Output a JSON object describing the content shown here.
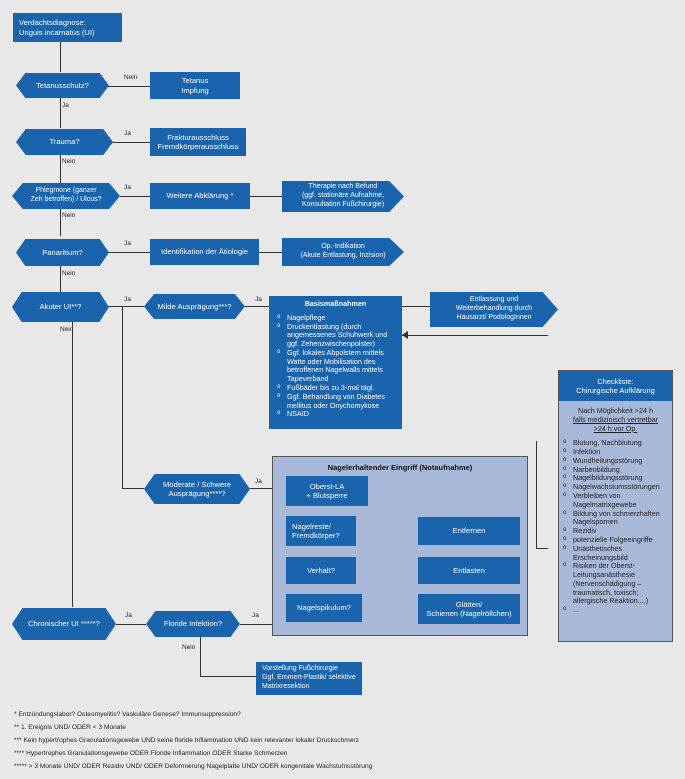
{
  "nodes": {
    "diagnose": "Verdachtsdiagnose:\nUnguis incarnatus (UI)",
    "tetanusschutz": "Tetanusschutz?",
    "tetanus_impfung": "Tetanus\nImpfung",
    "trauma": "Trauma?",
    "fraktur": "Frakturausschluss\nFremdkörperausschluss",
    "phlegmone": "Phlegmone (ganzer\nZeh betroffen) / Ulcus?",
    "weitere": "Weitere Abklärung *",
    "therapie": "Therapie nach Befund\n(ggf. stationäre Aufnahme,\nKonsultation Fußchirurgie)",
    "panaritium": "Panaritium?",
    "identifikation": "Identifikation der Ätiologie",
    "opindikation": "Op.-Indikation\n(Akute Entlastung, Inzision)",
    "akuter": "Akuter UI**?",
    "milde": "Milde Ausprägung***?",
    "entlassung": "Entlassung und\nWeiterbehandlung durch\nHausarzt/ PodologInnen",
    "moderate": "Moderate / Schwere\nAusprägung****?",
    "oberst": "Oberst-LA\n+ Blutsperre",
    "nagelreste": "Nagelreste/\nFremdkörper?",
    "entfernen": "Entfernen",
    "verhalt": "Verhalt?",
    "entlasten": "Entlasten",
    "spikulum": "Nagelspikulum?",
    "glaetten": "Glätten/\nSchienen (Nagelröllchen)",
    "chronischer": "Chronischer UI *****?",
    "floride": "Floride Infektion?",
    "vorstellung": "Vorstellung Fußchirurgie\nGgf. Emmert-Plastik/ selektive\nMatrixresektion"
  },
  "labels": {
    "ja": "Ja",
    "nein": "Nein"
  },
  "basis": {
    "title": "Basismaßnahmen",
    "items": [
      "Nagelpflege",
      "Druckentlastung (durch angemessenes Schuhwerk und ggf. Zehenzwischenpolster)",
      "Ggf. lokales Abpolstern mittels Watte oder Mobilisation des betroffenen Nagelwalls mittels Tapeverband",
      "Fußbäder bis zu 3-mal tägl.",
      "Ggf. Behandlung von Diabetes mellitus oder Onychomykose",
      "NSAID"
    ]
  },
  "nagel_title": "Nagelerhaltender Eingriff (Notaufnahme)",
  "checklist": {
    "title": "Checkliste:\nChirurgische Aufklärung",
    "line1": "Nach Möglichkeit >24 h",
    "line2": "falls medizinisch vertretbar",
    "line3": ">24 h vor Op.",
    "items": [
      "Blutung, Nachblutung",
      "Infektion",
      "Wundheilungsstörung",
      "Narbenbildung",
      "Nagelbildungsstörung",
      "Nagelwachstumsstörungen",
      "Verbleiben von Nagelmatrixgewebe",
      "Bildung von schmerzhaften Nagelspornen",
      "Rezidiv",
      "potenzielle Folgeeingriffe",
      "Unästhetisches Erscheinungsbild",
      "Risiken der Oberst-Leitungsanästhesie (Nervenschädigung – traumatisch, toxisch; allergische Reaktion....)",
      "..."
    ]
  },
  "footnotes": [
    "* Entzündungslabor? Osteomyelitis? Vaskuläre Genese? Immunsuppression?",
    "** 1. Ereignis UND/ ODER < 3 Monate",
    "*** Kein hypertrophes Granulationsgewebe UND keine floride Inflammation UND kein relevanter lokaler Druckschmerz",
    "**** Hypertrophes Granulationsgewebe ODER Floride Inflammation ODER Starke Schmerzen",
    "***** > 3 Monate UND/ ODER Rezidiv UND/ ODER Deformierung Nagelplatte UND/ ODER kongenitale Wachstumsstörung"
  ]
}
